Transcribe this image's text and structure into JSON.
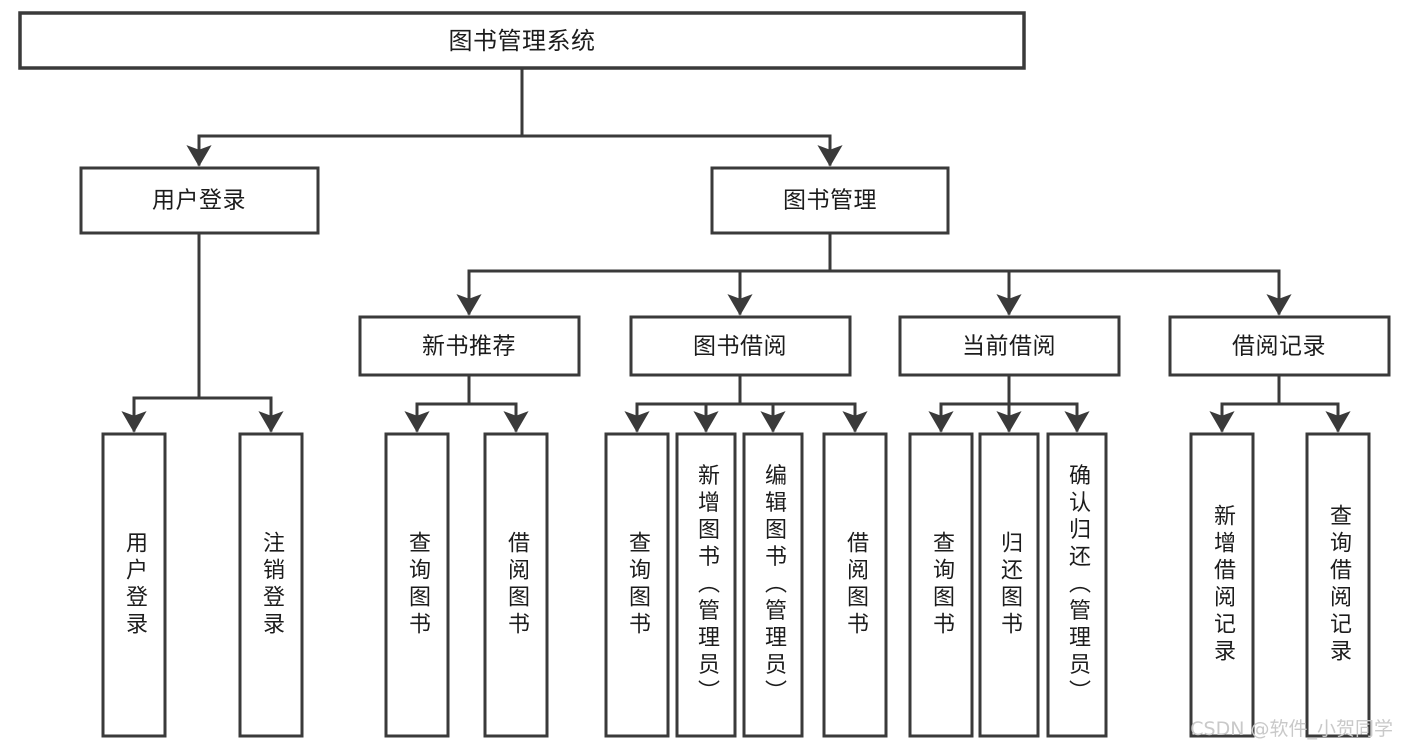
{
  "diagram": {
    "type": "tree-flowchart",
    "title": "图书管理系统",
    "watermark": "CSDN @软件_小贺同学",
    "colors": {
      "stroke": "#3a3a3a",
      "fill": "#ffffff",
      "text": "#1c1c1c",
      "watermark": "#c9c9c9",
      "background": "#ffffff"
    },
    "levels": {
      "root": "图书管理系统",
      "level2": [
        "用户登录",
        "图书管理"
      ],
      "level3": [
        "新书推荐",
        "图书借阅",
        "当前借阅",
        "借阅记录"
      ]
    },
    "nodes": {
      "root": {
        "label": "图书管理系统"
      },
      "user_login": {
        "label": "用户登录"
      },
      "book_manage": {
        "label": "图书管理"
      },
      "new_book_rec": {
        "label": "新书推荐"
      },
      "book_borrow": {
        "label": "图书借阅"
      },
      "current_borrow": {
        "label": "当前借阅"
      },
      "borrow_record": {
        "label": "借阅记录"
      },
      "leaf_user_login": {
        "label": "用户登录"
      },
      "leaf_logout": {
        "label": "注销登录"
      },
      "leaf_query_book_1": {
        "label": "查询图书"
      },
      "leaf_borrow_book_1": {
        "label": "借阅图书"
      },
      "leaf_query_book_2": {
        "label": "查询图书"
      },
      "leaf_add_book": {
        "label": "新增图书（管理员）"
      },
      "leaf_edit_book": {
        "label": "编辑图书（管理员）"
      },
      "leaf_borrow_book_2": {
        "label": "借阅图书"
      },
      "leaf_query_book_3": {
        "label": "查询图书"
      },
      "leaf_return_book": {
        "label": "归还图书"
      },
      "leaf_confirm_return": {
        "label": "确认归还（管理员）"
      },
      "leaf_add_record": {
        "label": "新增借阅记录"
      },
      "leaf_query_record": {
        "label": "查询借阅记录"
      }
    },
    "edges": [
      {
        "from": "root",
        "to": "user_login"
      },
      {
        "from": "root",
        "to": "book_manage"
      },
      {
        "from": "user_login",
        "to": "leaf_user_login"
      },
      {
        "from": "user_login",
        "to": "leaf_logout"
      },
      {
        "from": "book_manage",
        "to": "new_book_rec"
      },
      {
        "from": "book_manage",
        "to": "book_borrow"
      },
      {
        "from": "book_manage",
        "to": "current_borrow"
      },
      {
        "from": "book_manage",
        "to": "borrow_record"
      },
      {
        "from": "new_book_rec",
        "to": "leaf_query_book_1"
      },
      {
        "from": "new_book_rec",
        "to": "leaf_borrow_book_1"
      },
      {
        "from": "book_borrow",
        "to": "leaf_query_book_2"
      },
      {
        "from": "book_borrow",
        "to": "leaf_add_book"
      },
      {
        "from": "book_borrow",
        "to": "leaf_edit_book"
      },
      {
        "from": "book_borrow",
        "to": "leaf_borrow_book_2"
      },
      {
        "from": "current_borrow",
        "to": "leaf_query_book_3"
      },
      {
        "from": "current_borrow",
        "to": "leaf_return_book"
      },
      {
        "from": "current_borrow",
        "to": "leaf_confirm_return"
      },
      {
        "from": "borrow_record",
        "to": "leaf_add_record"
      },
      {
        "from": "borrow_record",
        "to": "leaf_query_record"
      }
    ]
  }
}
